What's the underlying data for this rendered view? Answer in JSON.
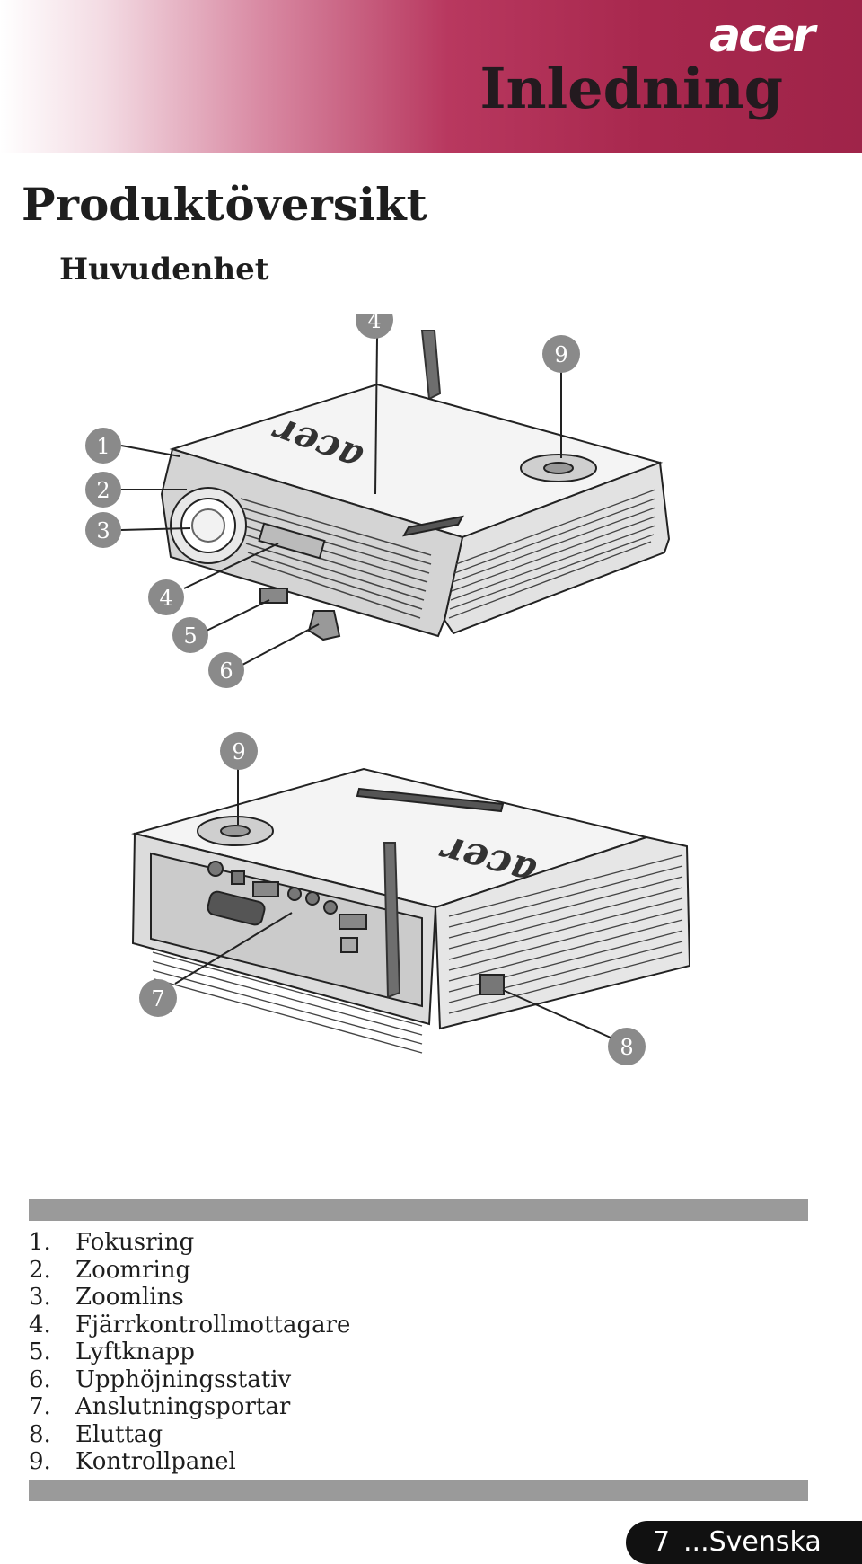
{
  "header": {
    "brand": "acer",
    "chapter": "Inledning"
  },
  "page_title": "Produktöversikt",
  "section_title": "Huvudenhet",
  "figure": {
    "callouts_top": [
      "1",
      "2",
      "3",
      "4",
      "4",
      "5",
      "6",
      "9"
    ],
    "callouts_bottom": [
      "9",
      "7",
      "8"
    ],
    "device_logo": "acer"
  },
  "parts": [
    {
      "num": "1.",
      "label": "Fokusring"
    },
    {
      "num": "2.",
      "label": "Zoomring"
    },
    {
      "num": "3.",
      "label": "Zoomlins"
    },
    {
      "num": "4.",
      "label": "Fjärrkontrollmottagare"
    },
    {
      "num": "5.",
      "label": "Lyftknapp"
    },
    {
      "num": "6.",
      "label": "Upphöjningsstativ"
    },
    {
      "num": "7.",
      "label": "Anslutningsportar"
    },
    {
      "num": "8.",
      "label": "Eluttag"
    },
    {
      "num": "9.",
      "label": "Kontrollpanel"
    }
  ],
  "footer": {
    "page_number": "7",
    "language": "...Svenska"
  }
}
